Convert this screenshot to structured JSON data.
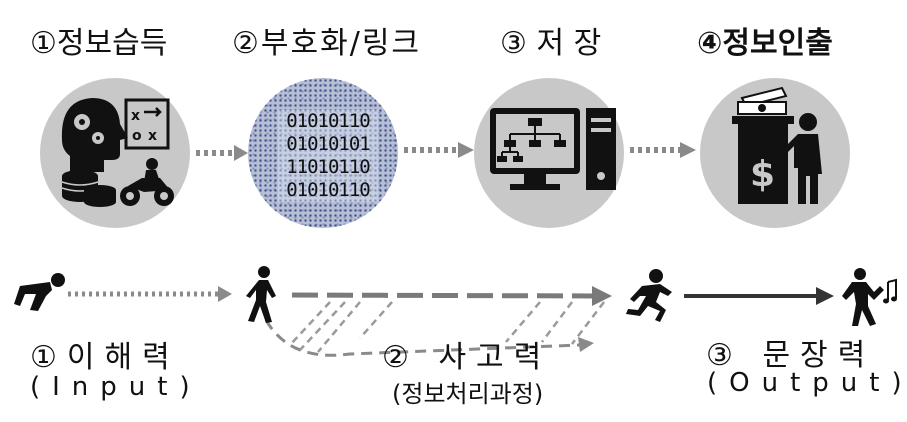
{
  "stages": [
    {
      "number": "①",
      "label": "정보습득",
      "icon": "knowledge-collage-icon"
    },
    {
      "number": "②",
      "label": "부호화/링크",
      "icon": "binary-code-icon"
    },
    {
      "number": "③",
      "label": "저 장",
      "icon": "computer-storage-icon"
    },
    {
      "number": "④",
      "label": "정보인출",
      "icon": "atm-withdrawal-icon"
    }
  ],
  "binary_lines": [
    "01010110",
    "01010101",
    "11010110",
    "01010110"
  ],
  "abilities": [
    {
      "number": "①",
      "label": "이해력",
      "sub": "(Input)",
      "icon": "crouching-person-icon"
    },
    {
      "number": "②",
      "label": "사고력",
      "sub": "(정보처리과정)",
      "icon": "walking-person-icon"
    },
    {
      "number": "③",
      "label": "문장력",
      "sub": "(Output)",
      "icon": "running-person-icon"
    }
  ],
  "colors": {
    "circle": "#c8c8c8",
    "arrow_dotted": "#8a8a8a",
    "arrow_dashed": "#7a7a7a",
    "arrow_solid": "#333333",
    "icon": "#111111"
  }
}
